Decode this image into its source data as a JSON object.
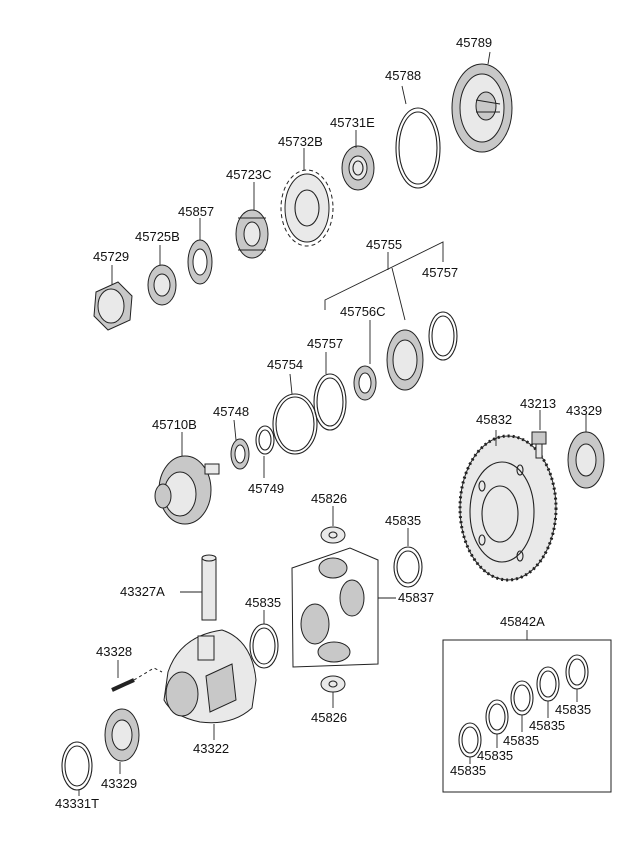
{
  "labels": {
    "p45789": "45789",
    "p45788": "45788",
    "p45731E": "45731E",
    "p45732B": "45732B",
    "p45723C": "45723C",
    "p45857": "45857",
    "p45725B": "45725B",
    "p45729": "45729",
    "p45755": "45755",
    "p45757a": "45757",
    "p45756C": "45756C",
    "p45757b": "45757",
    "p45754": "45754",
    "p45748": "45748",
    "p45710B": "45710B",
    "p45749": "45749",
    "p45832": "45832",
    "p43213": "43213",
    "p43329a": "43329",
    "p45826a": "45826",
    "p45835a": "45835",
    "p45837": "45837",
    "p43327A": "43327A",
    "p45835b": "45835",
    "p45826b": "45826",
    "p45842A": "45842A",
    "p43328": "43328",
    "p43322": "43322",
    "p43329b": "43329",
    "p43331T": "43331T",
    "p45835c": "45835",
    "p45835d": "45835",
    "p45835e": "45835",
    "p45835f": "45835",
    "p45835g": "45835"
  }
}
